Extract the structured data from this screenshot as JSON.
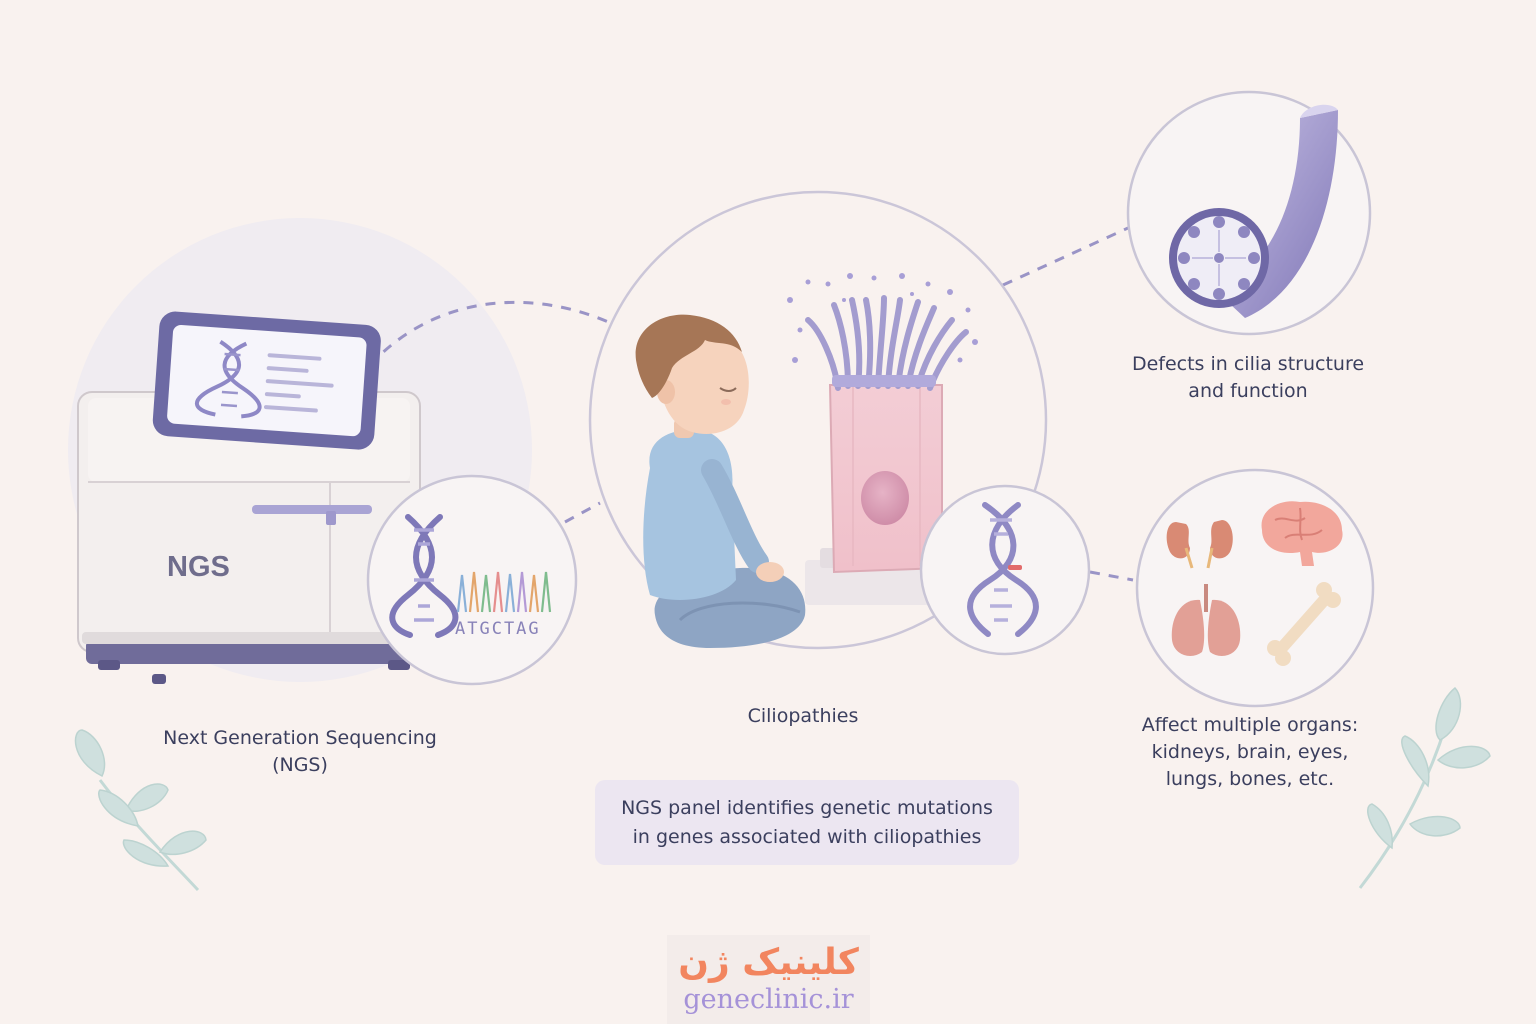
{
  "ngs_section": {
    "screen_label": "NGS",
    "title_line1": "Next Generation Sequencing",
    "title_line2": "(NGS)",
    "sequence_letters": "ATGCTAG"
  },
  "center_section": {
    "title": "Ciliopathies",
    "panel_line1": "NGS panel identifies genetic mutations",
    "panel_line2": "in genes associated with ciliopathies"
  },
  "cilia_defects": {
    "line1": "Defects in cilia structure",
    "line2": "and function"
  },
  "organs": {
    "line1": "Affect multiple organs:",
    "line2": "kidneys, brain, eyes,",
    "line3": "lungs, bones, etc."
  },
  "logo": {
    "persian_text": "کلینیک ژن",
    "website": "geneclinic.ir"
  },
  "colors": {
    "background": "#f9f2ef",
    "accent_purple": "#7d78b0",
    "ink": "#3b3f5e",
    "logo_orange": "#f2855f",
    "logo_lilac": "#a592d8"
  }
}
